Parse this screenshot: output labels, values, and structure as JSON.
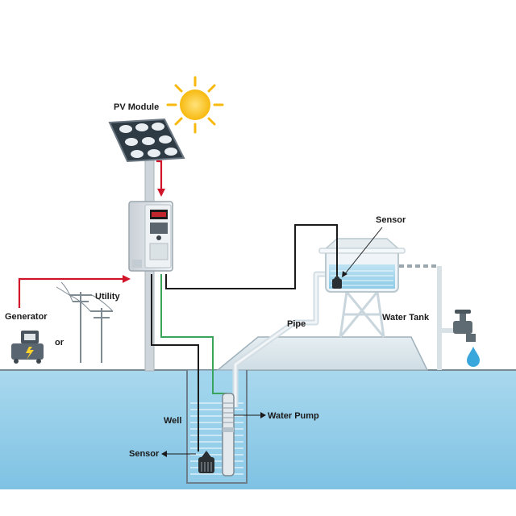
{
  "labels": {
    "pv_module": "PV Module",
    "utility": "Utility",
    "generator": "Generator",
    "or": "or",
    "sensor_tank": "Sensor",
    "pipe": "Pipe",
    "water_tank": "Water Tank",
    "well": "Well",
    "water_pump": "Water Pump",
    "sensor_well": "Sensor"
  },
  "colors": {
    "ground_water": "#8fcbe6",
    "ground_line": "#7a8a95",
    "dc_power_wire": "#d0142a",
    "signal_wire": "#1b1b1b",
    "pump_wire": "#3aa55a",
    "sun": "#f7c21c"
  },
  "icons": {
    "sun": "sun-icon",
    "solar_panel": "solar-panel-icon",
    "inverter": "inverter-drive-icon",
    "power_pylon": "power-pylon-icon",
    "generator": "generator-icon",
    "faucet": "faucet-icon",
    "water_drop": "water-drop-icon",
    "pump": "submersible-pump-icon",
    "sensor": "level-sensor-icon"
  }
}
